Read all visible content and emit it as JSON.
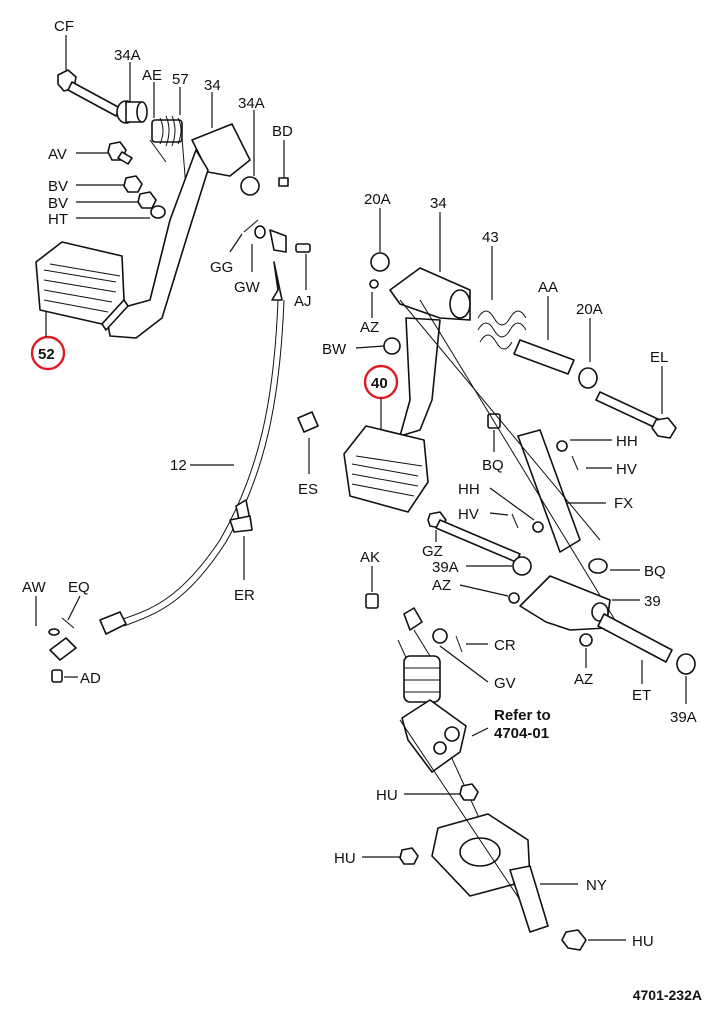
{
  "labels": {
    "CF": "CF",
    "34A_1": "34A",
    "AE": "AE",
    "57": "57",
    "34_1": "34",
    "34A_2": "34A",
    "BD": "BD",
    "AV": "AV",
    "BV_1": "BV",
    "BV_2": "BV",
    "HT": "HT",
    "GG": "GG",
    "GW": "GW",
    "AJ": "AJ",
    "52": "52",
    "12": "12",
    "ES": "ES",
    "ER": "ER",
    "AW": "AW",
    "EQ": "EQ",
    "AD": "AD",
    "20A_1": "20A",
    "34_2": "34",
    "43": "43",
    "AA": "AA",
    "20A_2": "20A",
    "AZ_1": "AZ",
    "BW": "BW",
    "EL": "EL",
    "40": "40",
    "HH_1": "HH",
    "HV_1": "HV",
    "BQ_1": "BQ",
    "HH_2": "HH",
    "HV_2": "HV",
    "FX": "FX",
    "GZ": "GZ",
    "AK": "AK",
    "39A_1": "39A",
    "BQ_2": "BQ",
    "AZ_2": "AZ",
    "39": "39",
    "CR": "CR",
    "GV": "GV",
    "AZ_3": "AZ",
    "ET": "ET",
    "39A_2": "39A",
    "refer_1": "Refer to",
    "refer_2": "4704-01",
    "HU_1": "HU",
    "HU_2": "HU",
    "NY": "NY",
    "HU_3": "HU"
  },
  "highlighted_callouts": [
    "52",
    "40"
  ],
  "highlight_color": "#e01a22",
  "figure_number": "4701-232A"
}
